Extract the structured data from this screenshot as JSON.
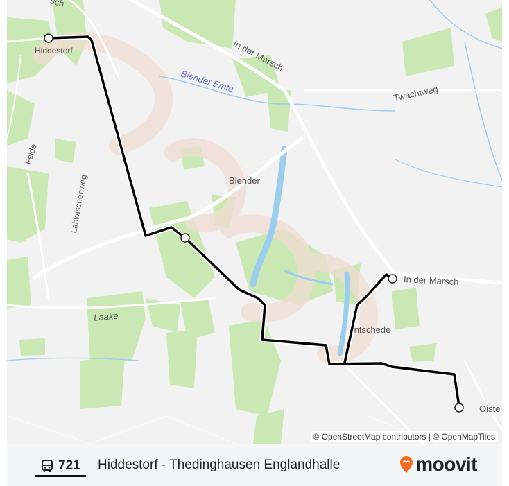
{
  "map": {
    "labels": {
      "hiddestorf": "Hiddestorf",
      "in_der_marsch_north": "In der Marsch",
      "in_der_marsch_east": "In der Marsch",
      "twachtweg": "Twachtweg",
      "blender_emte": "Blender Emte",
      "blender": "Blender",
      "felde": "Felde",
      "lahwischenweg": "Lahwischenweg",
      "laake": "Laake",
      "intschede": "Intschede",
      "oiste": "Oiste",
      "top_fragment": "sch"
    },
    "attribution": "© OpenStreetMap contributors | © OpenMapTiles",
    "colors": {
      "land": "#f2f2f2",
      "green": "#c9e8b4",
      "water": "#9dcdec",
      "road": "#ffffff",
      "route": "#000000"
    }
  },
  "footer": {
    "route_number": "721",
    "route_name": "Hiddestorf - Thedinghausen Englandhalle",
    "brand": "moovit",
    "bus_icon": "bus-icon",
    "pin_icon": "moovit-pin-icon"
  }
}
